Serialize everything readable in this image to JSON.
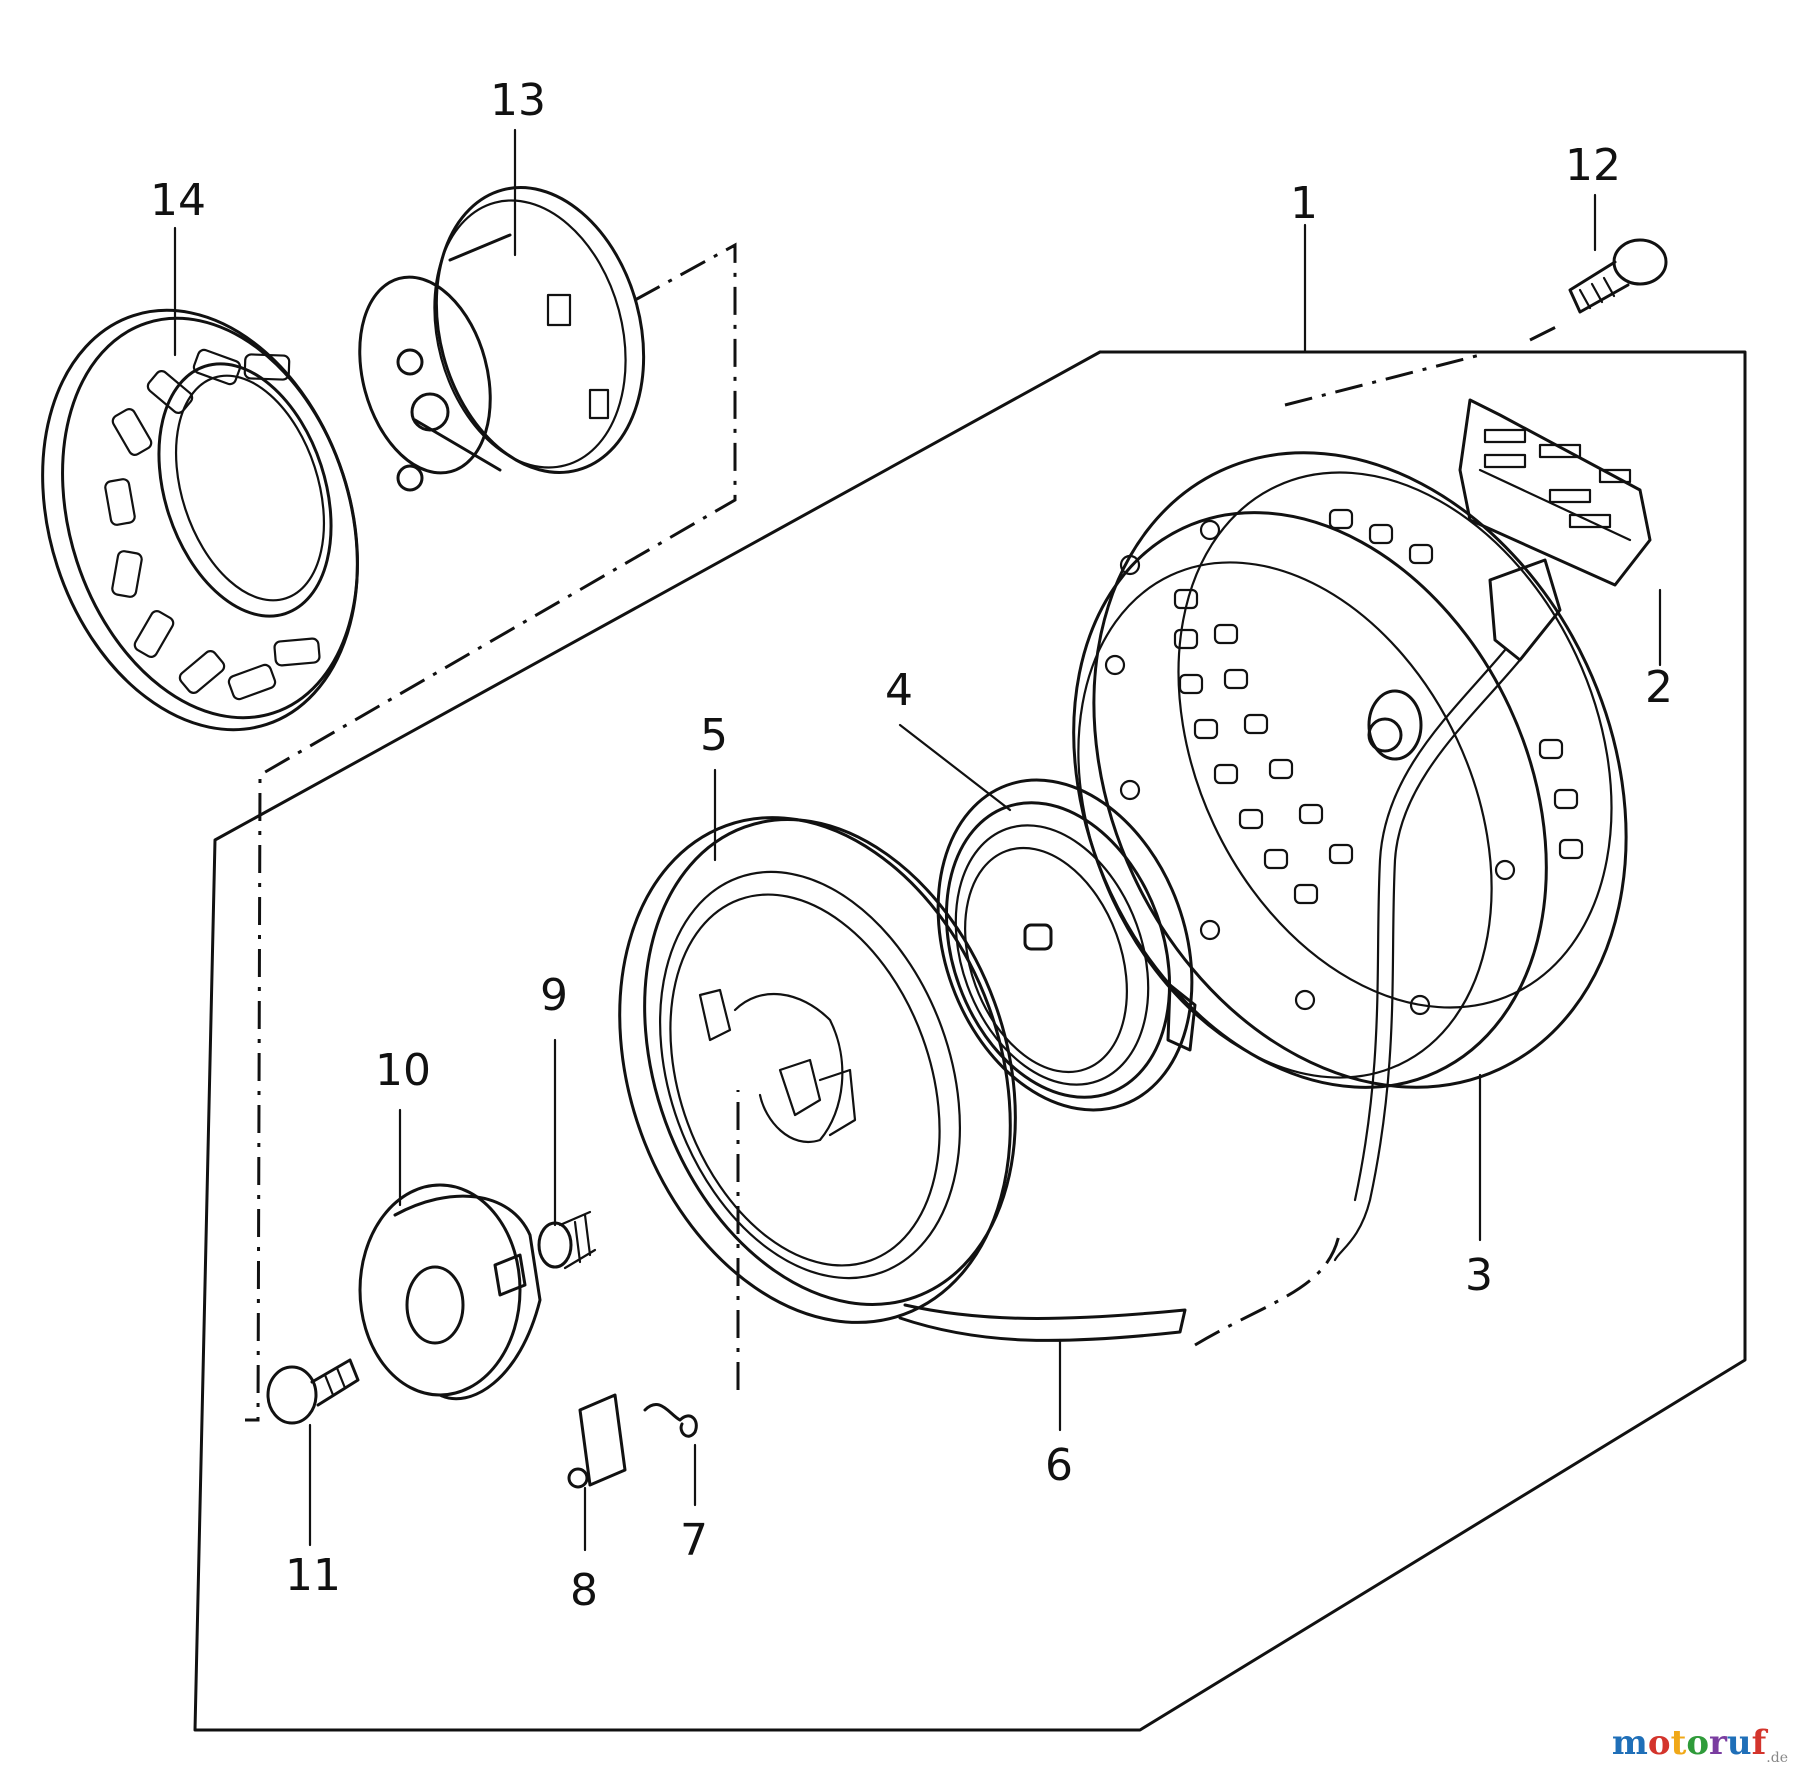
{
  "callouts": [
    "1",
    "2",
    "3",
    "4",
    "5",
    "6",
    "7",
    "8",
    "9",
    "10",
    "11",
    "12",
    "13",
    "14"
  ],
  "watermark": {
    "name": "motoruf",
    "suffix": ".de",
    "colors": [
      "#1f6fb8",
      "#d3342c",
      "#f0a818",
      "#2f9b3a",
      "#7a3da0",
      "#1f6fb8",
      "#d3342c"
    ]
  }
}
